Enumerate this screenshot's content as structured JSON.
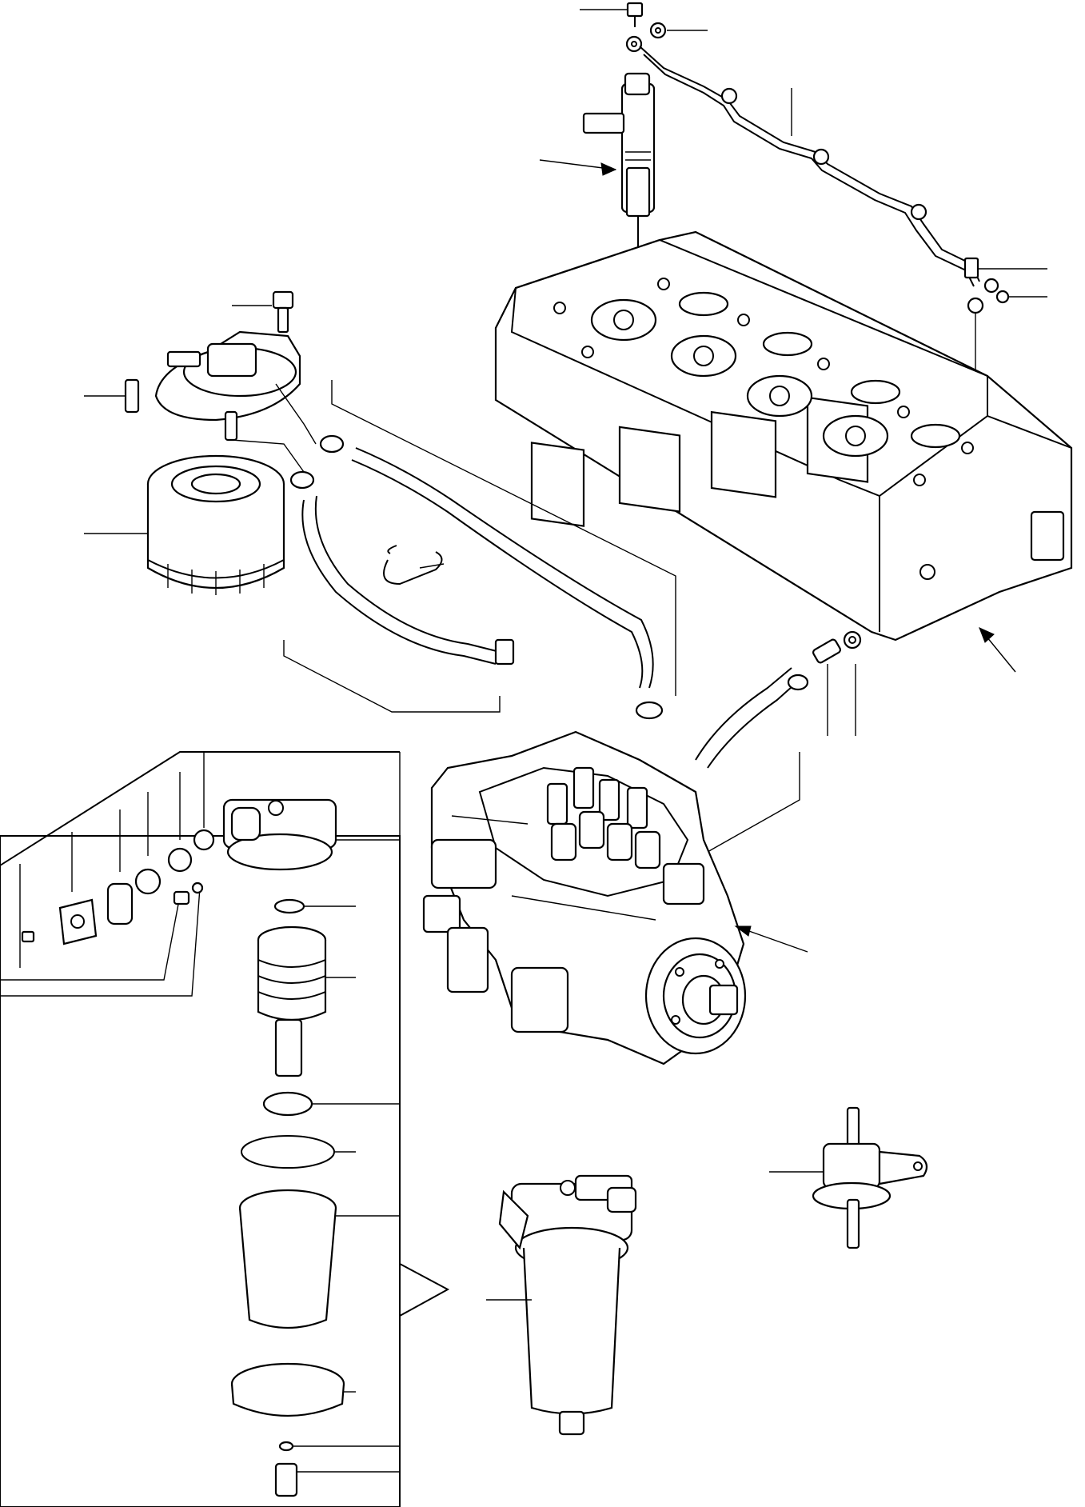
{
  "diagram": {
    "kind": "exploded-parts-view",
    "printed_text": [],
    "parts": [
      {
        "id": "fuel-injection-pipe",
        "icon": "pipe-icon"
      },
      {
        "id": "fuel-injector",
        "icon": "injector-icon"
      },
      {
        "id": "cylinder-head",
        "icon": "cylinder-head-icon"
      },
      {
        "id": "fuel-filter-head",
        "icon": "filter-head-icon"
      },
      {
        "id": "fuel-filter-cartridge",
        "icon": "filter-cartridge-icon"
      },
      {
        "id": "fuel-hoses",
        "icon": "hose-icon"
      },
      {
        "id": "hose-clamps",
        "icon": "clamp-icon"
      },
      {
        "id": "fuel-injection-pump",
        "icon": "pump-icon"
      },
      {
        "id": "water-separator-exploded",
        "icon": "separator-icon"
      },
      {
        "id": "water-separator-assembly",
        "icon": "separator-icon"
      },
      {
        "id": "fuel-pressure-regulator",
        "icon": "regulator-icon"
      }
    ]
  },
  "colors": {
    "line": "#000000",
    "background": "#ffffff"
  }
}
